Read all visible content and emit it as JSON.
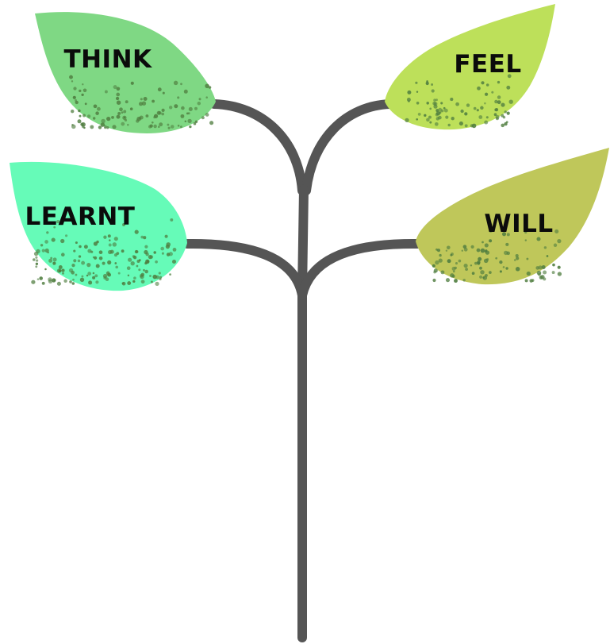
{
  "diagram": {
    "leaves": [
      {
        "id": "think",
        "label": "THINK",
        "color": "#7fd884"
      },
      {
        "id": "feel",
        "label": "FEEL",
        "color": "#bde05a"
      },
      {
        "id": "learnt",
        "label": "LEARNT",
        "color": "#66fbb8"
      },
      {
        "id": "will",
        "label": "WILL",
        "color": "#bfc75a"
      }
    ],
    "stem_color": "#555555",
    "speckle_color": "#4f7d3f"
  }
}
